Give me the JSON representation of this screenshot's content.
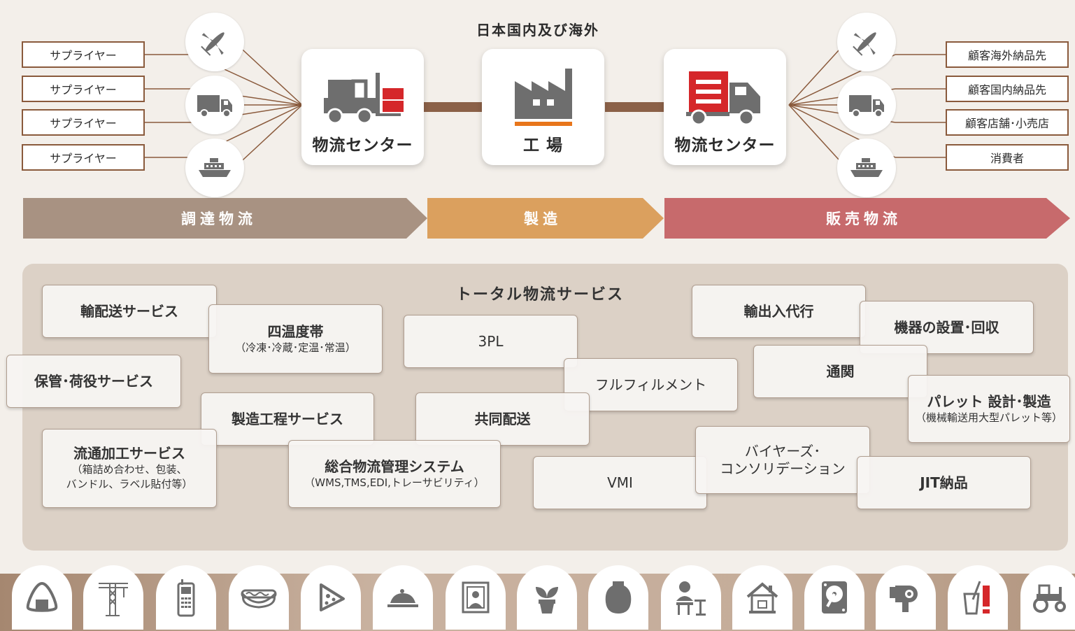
{
  "top": {
    "title": "日本国内及び海外",
    "suppliers": [
      "サプライヤー",
      "サプライヤー",
      "サプライヤー",
      "サプライヤー"
    ],
    "customers": [
      "顧客海外納品先",
      "顧客国内納品先",
      "顧客店舗･小売店",
      "消費者"
    ],
    "left_center": "物流センター",
    "factory": "工 場",
    "right_center": "物流センター",
    "transport_icons_left": [
      "airplane-icon",
      "truck-icon",
      "ship-icon"
    ],
    "transport_icons_right": [
      "airplane-icon",
      "truck-icon",
      "ship-icon"
    ]
  },
  "stages": [
    {
      "label": "調達物流",
      "color": "#a89282"
    },
    {
      "label": "製造",
      "color": "#dba05e"
    },
    {
      "label": "販売物流",
      "color": "#c76a6c"
    }
  ],
  "services": {
    "title": "トータル物流サービス",
    "items": {
      "yuhaisou": "輸配送サービス",
      "yontai_title": "四温度帯",
      "yontai_sub": "（冷凍･冷蔵･定温･常温）",
      "hokan": "保管･荷役サービス",
      "seizou_koutei": "製造工程サービス",
      "ryutsu_title": "流通加工サービス",
      "ryutsu_sub1": "（箱詰め合わせ、包装、",
      "ryutsu_sub2": "バンドル、ラベル貼付等）",
      "threepl": "3PL",
      "fulfillment": "フルフィルメント",
      "kyoudou": "共同配送",
      "sougou_title": "総合物流管理システム",
      "sougou_sub": "（WMS,TMS,EDI,トレーサビリティ）",
      "vmi": "VMI",
      "yushutsu": "輸出入代行",
      "kiki": "機器の設置･回収",
      "tsukan": "通関",
      "pallet_title": "パレット 設計･製造",
      "pallet_sub": "（機械輸送用大型パレット等）",
      "buyers_line1": "バイヤーズ･",
      "buyers_line2": "コンソリデーション",
      "jit": "JIT納品"
    }
  },
  "bottom_icons": [
    "onigiri-icon",
    "crane-icon",
    "phone-icon",
    "hotdog-icon",
    "pizza-icon",
    "cake-icon",
    "portrait-icon",
    "plant-icon",
    "vase-icon",
    "person-desk-icon",
    "house-icon",
    "hard-disk-icon",
    "hair-dryer-icon",
    "toothbrush-icon",
    "tractor-icon"
  ],
  "colors": {
    "brown_line": "#8a5a3c",
    "red": "#d5272a",
    "orange": "#e8761b",
    "gray_icon": "#6e6e6e"
  }
}
